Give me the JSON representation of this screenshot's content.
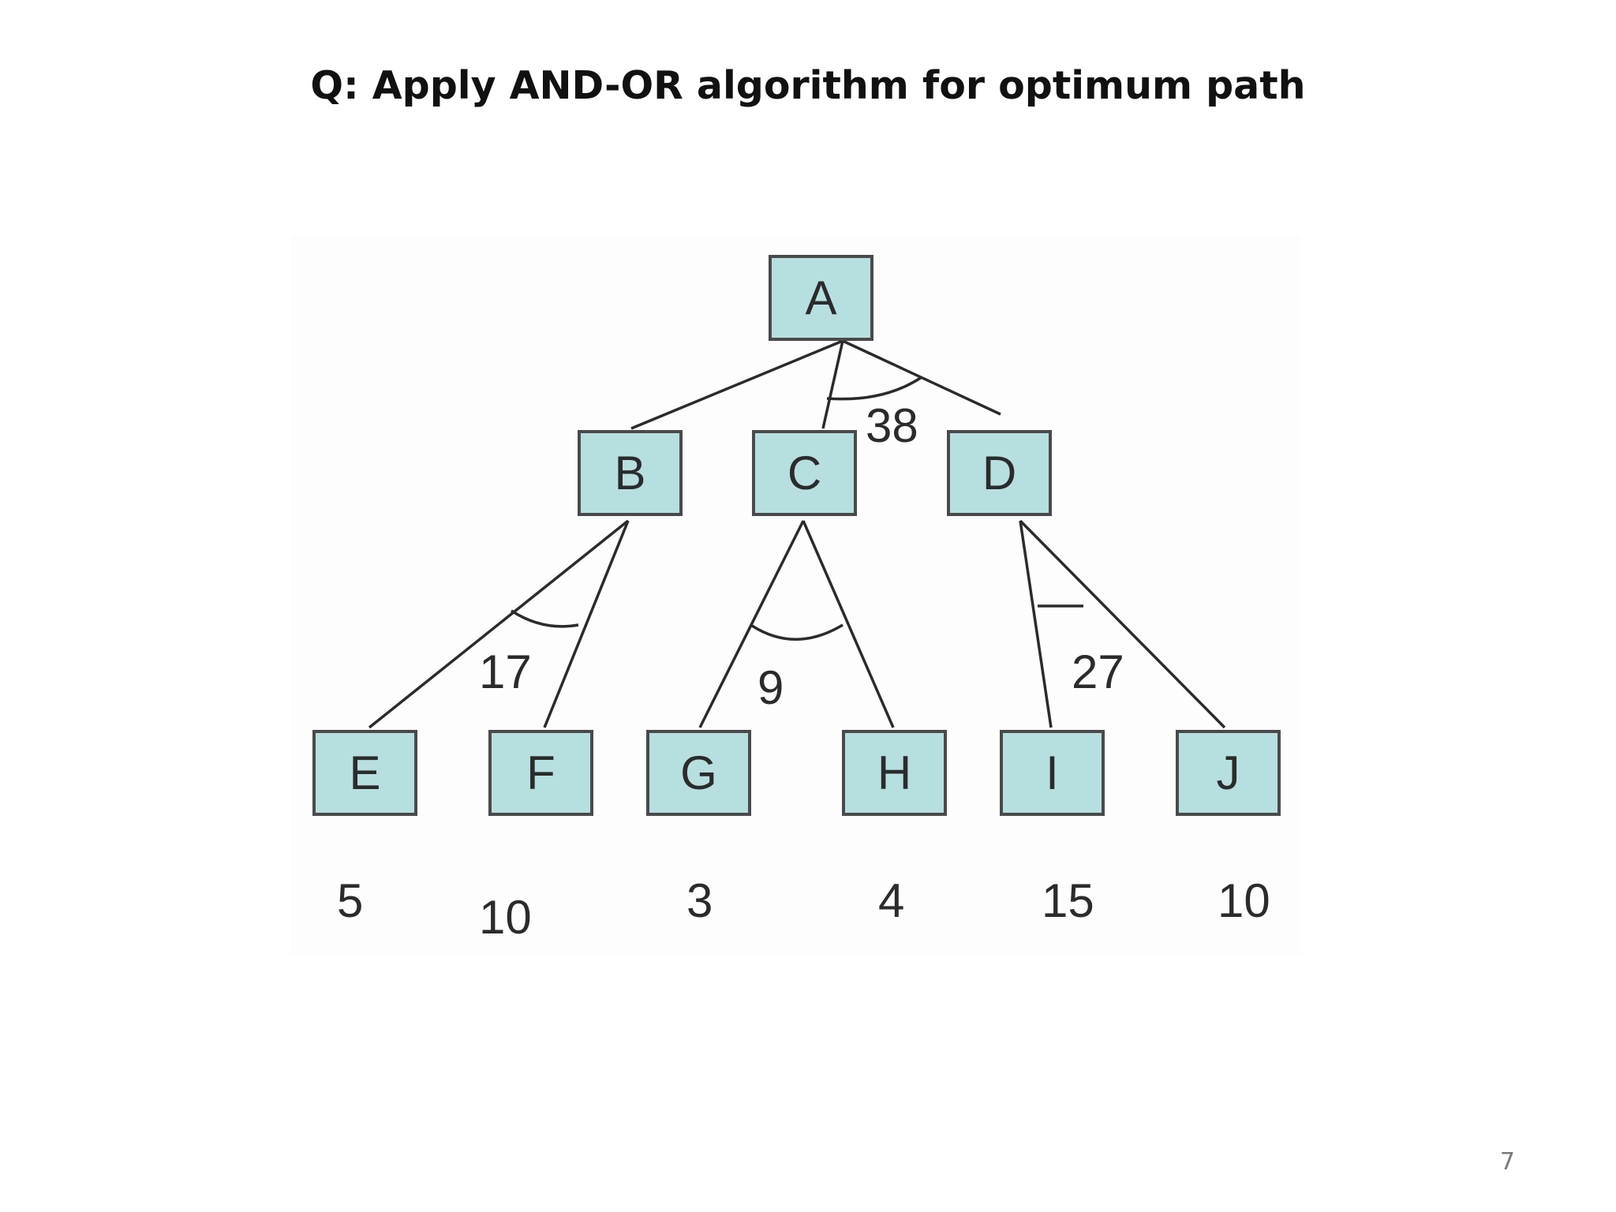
{
  "slide": {
    "title": "Q: Apply AND-OR algorithm for optimum path",
    "page_number": "7"
  },
  "graph": {
    "nodes": {
      "A": "A",
      "B": "B",
      "C": "C",
      "D": "D",
      "E": "E",
      "F": "F",
      "G": "G",
      "H": "H",
      "I": "I",
      "J": "J"
    },
    "and_arc_costs": {
      "A_CD": "38",
      "B_EF": "17",
      "C_GH": "9",
      "D_IJ": "27"
    },
    "leaf_costs": {
      "E": "5",
      "F": "10",
      "G": "3",
      "H": "4",
      "I": "15",
      "J": "10"
    },
    "colors": {
      "node_fill": "#b7dfe0",
      "node_border": "#4a4a4a",
      "edge": "#2b2b2b"
    }
  }
}
